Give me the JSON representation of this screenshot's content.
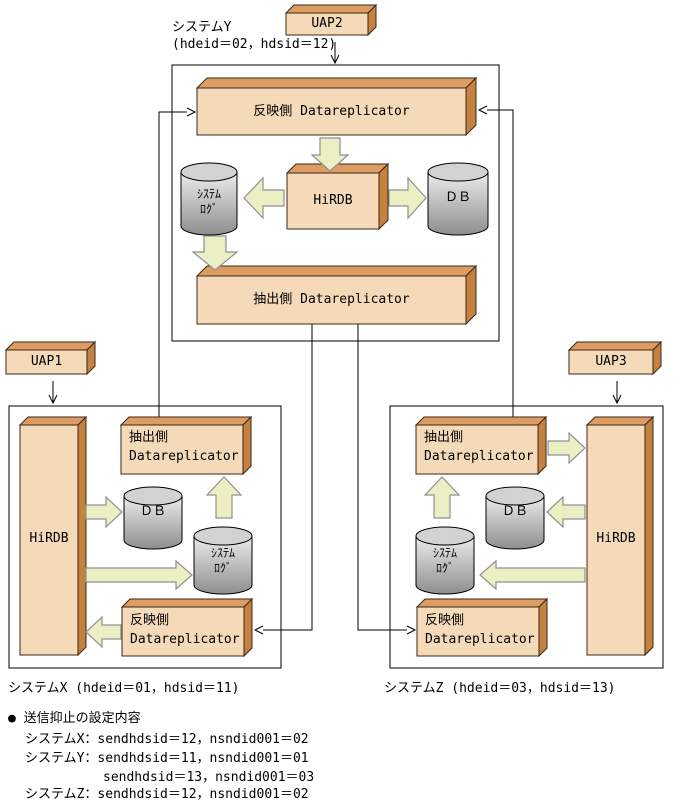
{
  "uap": {
    "uap1": "UAP1",
    "uap2": "UAP2",
    "uap3": "UAP3"
  },
  "system_y": {
    "name": "システムY",
    "params": "(hdeid＝02，hdsid＝12)",
    "reflect_label": "反映側 Datareplicator",
    "extract_label": "抽出側 Datareplicator",
    "hirdb_label": "HiRDB",
    "db_label": "ＤＢ",
    "syslog_line1": "ｼｽﾃﾑ",
    "syslog_line2": "ﾛｸﾞ"
  },
  "system_x": {
    "caption": "システムX (hdeid＝01，hdsid＝11)",
    "extract_line1": "抽出側",
    "extract_line2": "Datareplicator",
    "reflect_line1": "反映側",
    "reflect_line2": "Datareplicator",
    "hirdb_label": "HiRDB",
    "db_label": "ＤＢ",
    "syslog_line1": "ｼｽﾃﾑ",
    "syslog_line2": "ﾛｸﾞ"
  },
  "system_z": {
    "caption": "システムZ (hdeid＝03，hdsid＝13)",
    "extract_line1": "抽出側",
    "extract_line2": "Datareplicator",
    "reflect_line1": "反映側",
    "reflect_line2": "Datareplicator",
    "hirdb_label": "HiRDB",
    "db_label": "ＤＢ",
    "syslog_line1": "ｼｽﾃﾑ",
    "syslog_line2": "ﾛｸﾞ"
  },
  "notes": {
    "heading": "● 送信抑止の設定内容",
    "lines": [
      "システムX：sendhdsid＝12，nsndid001＝02",
      "システムY：sendhdsid＝11，nsndid001＝01",
      "sendhdsid＝13，nsndid001＝03",
      "システムZ：sendhdsid＝12，nsndid001＝02"
    ]
  },
  "colors": {
    "box_face": "#F5DABA",
    "box_top": "#DC9C63",
    "box_side": "#C5813F",
    "box_edge": "#3A2814",
    "arrow_fill": "#ECEFC4",
    "arrow_edge": "#909090",
    "line": "#000000",
    "background": "#FFFFFF"
  }
}
